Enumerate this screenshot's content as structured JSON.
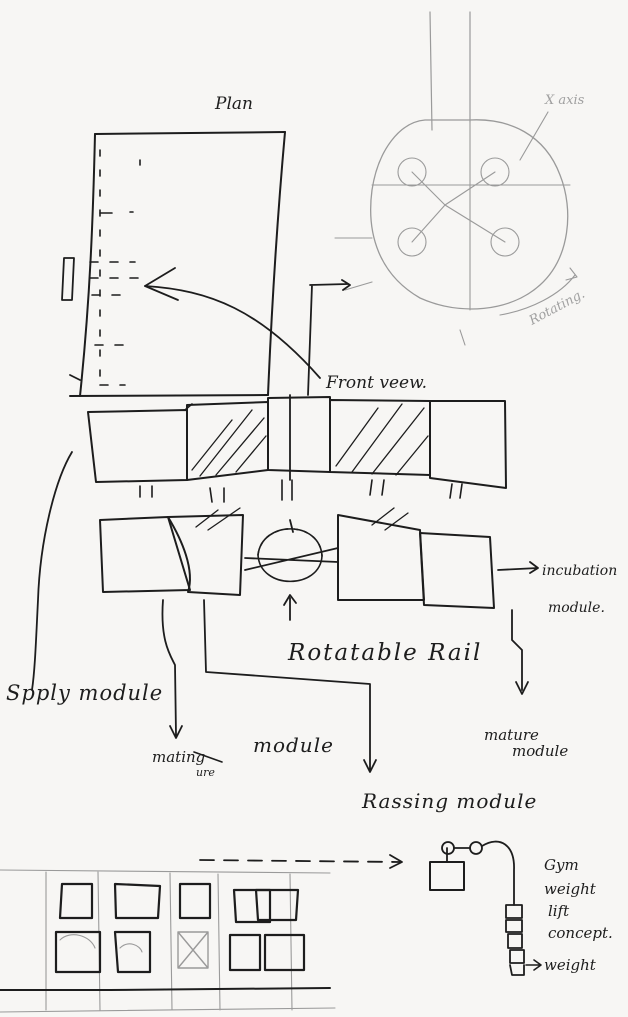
{
  "labels": {
    "plan": "Plan",
    "front_view": "Front veew.",
    "x_axis": "X axis",
    "rotating": "Rotating.",
    "incubation_module_line1": "incubation",
    "incubation_module_line2": "module.",
    "rotatable_rail": "Rotatable Rail",
    "supply_module": "Spply module",
    "mating_module_word1": "mating",
    "mating_module_word2": "module",
    "mating_correction": "ure",
    "mature_module_line1": "mature",
    "mature_module_line2": "module",
    "raising_module": "Rassing module",
    "gym_line1": "Gym",
    "gym_line2": "weight",
    "gym_line3": "lift",
    "gym_line4": "concept.",
    "weight": "weight"
  }
}
